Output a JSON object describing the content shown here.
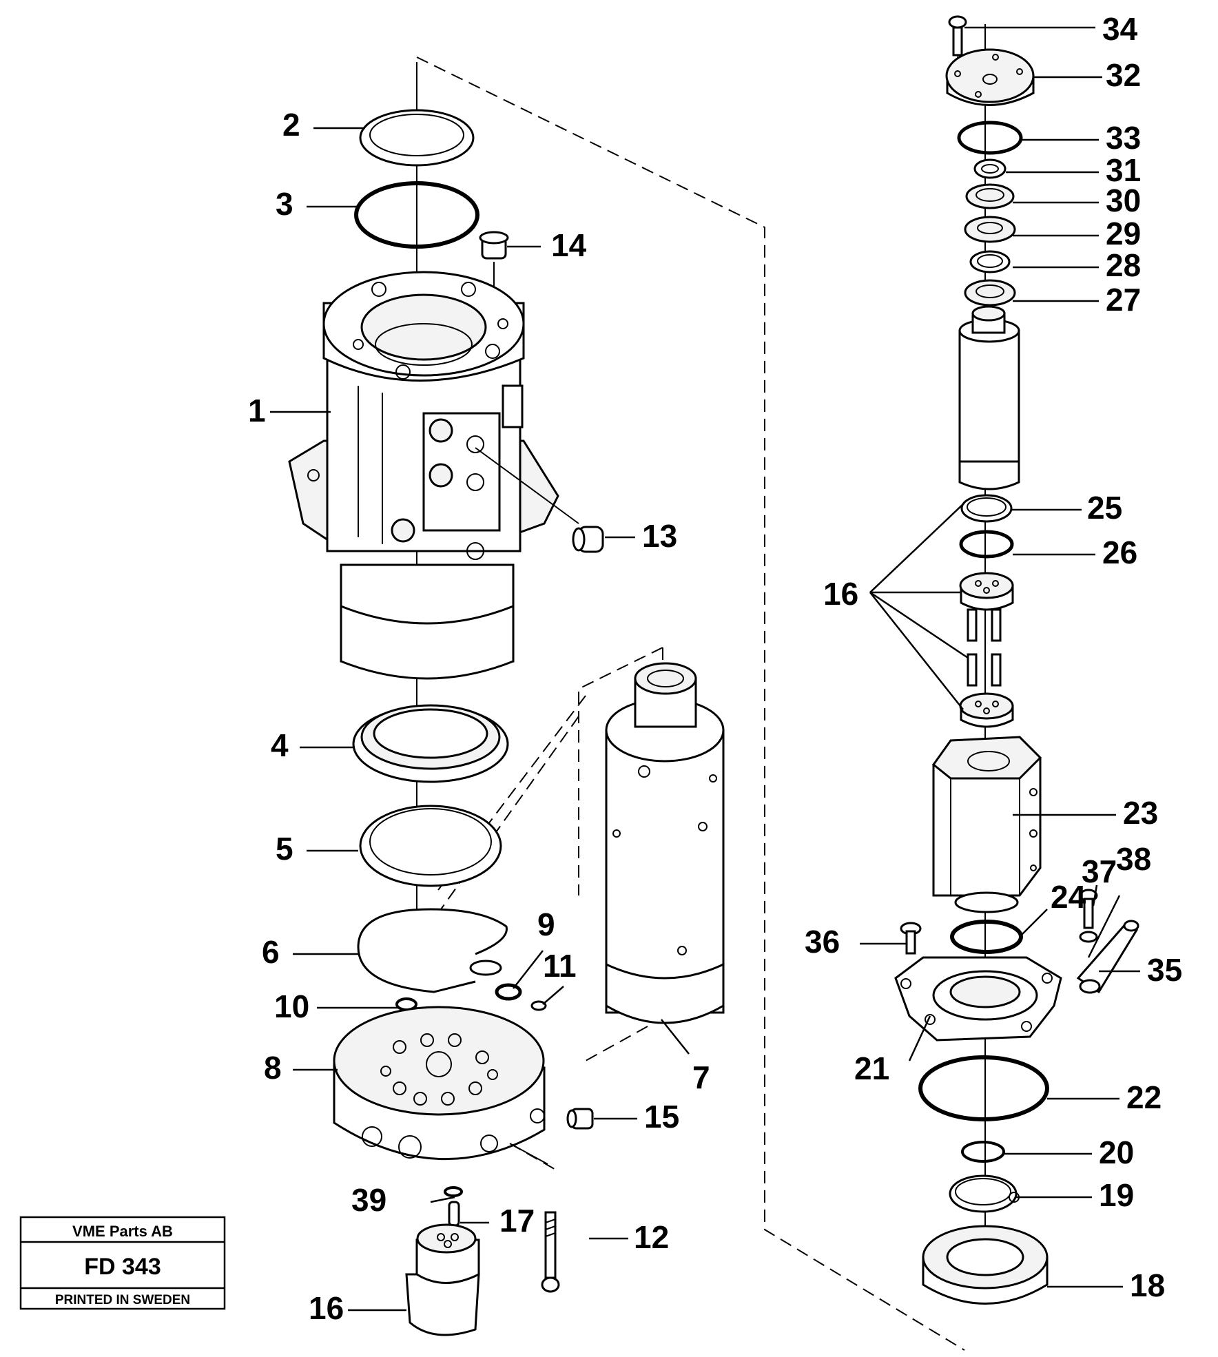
{
  "title_block": {
    "company": "VME Parts AB",
    "code": "FD 343",
    "footer": "PRINTED IN SWEDEN"
  },
  "callouts": [
    "1",
    "2",
    "3",
    "4",
    "5",
    "6",
    "7",
    "8",
    "9",
    "10",
    "11",
    "12",
    "13",
    "14",
    "15",
    "16",
    "16",
    "17",
    "18",
    "19",
    "20",
    "21",
    "22",
    "23",
    "24",
    "25",
    "26",
    "27",
    "28",
    "29",
    "30",
    "31",
    "32",
    "33",
    "34",
    "35",
    "36",
    "37",
    "38",
    "39"
  ]
}
